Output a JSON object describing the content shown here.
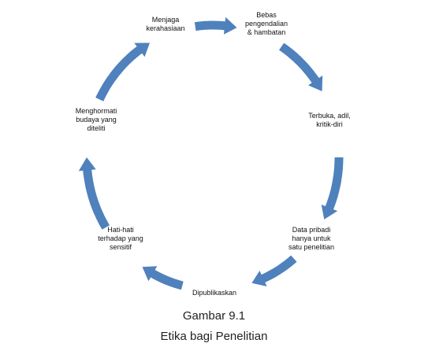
{
  "diagram": {
    "arrow_color": "#4F81BD",
    "nodes": [
      {
        "label": "Menjaga\nkerahasiaan"
      },
      {
        "label": "Bebas\npengendalian\n& hambatan"
      },
      {
        "label": "Terbuka, adil,\nkritik-diri"
      },
      {
        "label": "Data pribadi\nhanya untuk\nsatu penelitian"
      },
      {
        "label": "Dipublikaskan"
      },
      {
        "label": "Hati-hati\nterhadap yang\nsensitif"
      },
      {
        "label": "Menghormati\nbudaya yang\nditeliti"
      }
    ]
  },
  "caption": {
    "figure": "Gambar 9.1",
    "title": "Etika bagi Penelitian"
  }
}
